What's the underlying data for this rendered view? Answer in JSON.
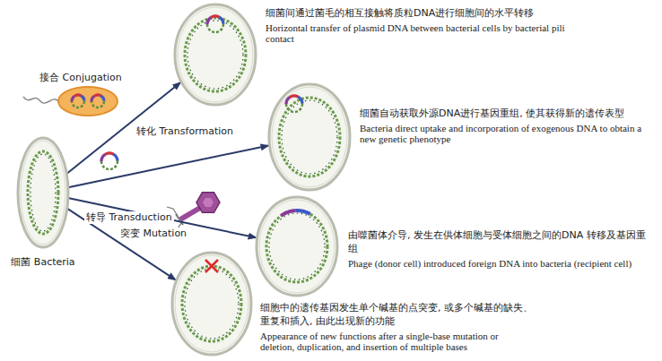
{
  "diagram": {
    "nodes": [
      {
        "text": [
          "细菌 Bacteria"
        ]
      },
      {
        "text": [
          "细菌间通过菌毛的相互接触将质粒DNA进行细胞间的水平转移",
          "Horizontal transfer of plasmid DNA between bacterial cells by bacterial pili contact"
        ]
      },
      {
        "text": [
          "细菌自动获取外源DNA进行基因重组, 使其获得新的遗传表型",
          "Bacteria direct uptake and incorporation of exogenous DNA to obtain a new genetic phenotype"
        ]
      },
      {
        "text": [
          "由噬菌体介导, 发生在供体细胞与受体细胞之间的DNA 转移及基因重组",
          "Phage (donor cell) introduced foreign DNA into bacteria (recipient cell)"
        ]
      },
      {
        "text": [
          "细胞中的遗传基因发生单个碱基的点突变, 或多个碱基的缺失、 重复和插入, 由此出现新的功能",
          "Appearance of new functions after a single-base mutation or deletion, duplication, and insertion of multiple bases"
        ]
      }
    ],
    "edges": [
      {
        "from": 0,
        "to": 1,
        "arrow": "to",
        "label": "接合 Conjugation"
      },
      {
        "from": 0,
        "to": 2,
        "arrow": "to",
        "label": "转化 Transformation"
      },
      {
        "from": 0,
        "to": 3,
        "arrow": "to",
        "label": "转导 Transduction"
      },
      {
        "from": 0,
        "to": 4,
        "arrow": "to",
        "label": "突变 Mutation"
      }
    ]
  }
}
